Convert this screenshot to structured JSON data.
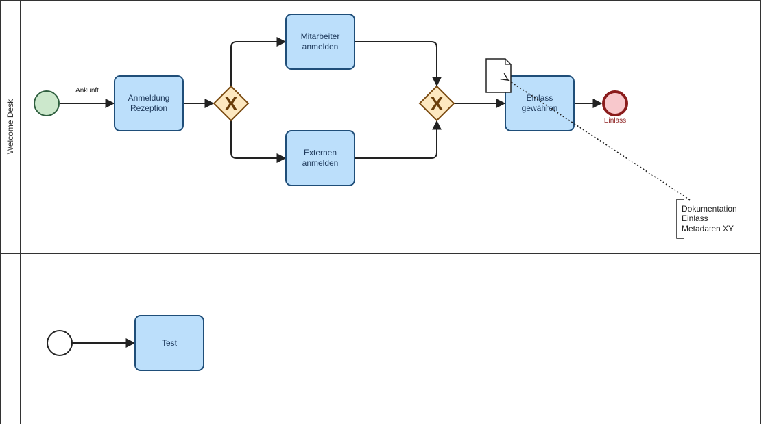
{
  "diagram": {
    "lanes": [
      {
        "label": "Welcome Desk"
      },
      {
        "label": ""
      }
    ],
    "flows": {
      "ankunft_label": "Ankunft"
    },
    "tasks": {
      "anmeldung": {
        "line1": "Anmeldung",
        "line2": "Rezeption"
      },
      "mitarbeiter": {
        "line1": "Mitarbeiter",
        "line2": "anmelden"
      },
      "externen": {
        "line1": "Externen",
        "line2": "anmelden"
      },
      "einlass": {
        "line1": "Einlass",
        "line2": "gewähren"
      },
      "test": {
        "line1": "Test",
        "line2": ""
      }
    },
    "gateways": {
      "split_marker": "X",
      "join_marker": "X"
    },
    "end_event": {
      "label": "Einlass"
    },
    "annotation": {
      "line1": "Dokumentation",
      "line2": "Einlass",
      "line3": "Metadaten XY"
    },
    "colors": {
      "task_fill": "#bcdffb",
      "task_stroke": "#1f4e79",
      "start_fill": "#cce8cc",
      "start_stroke": "#2f5f3f",
      "end_fill": "#f8c8cc",
      "end_stroke": "#8a1c1c",
      "gateway_fill": "#fde8c0",
      "gateway_stroke": "#7a4a10",
      "gateway_marker": "#6b3e0a"
    }
  }
}
